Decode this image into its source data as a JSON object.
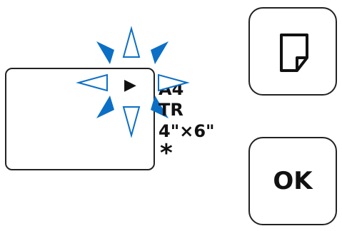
{
  "panel": {
    "display": {
      "cursor_glyph": "▶",
      "cropped_label": "A4",
      "labels": [
        "TR",
        "4\"×6\"",
        "*"
      ]
    },
    "buttons": {
      "doc_icon": "document-icon",
      "ok_label": "OK"
    }
  },
  "colors": {
    "accent": "#0b6fc6",
    "outline": "#222222"
  }
}
